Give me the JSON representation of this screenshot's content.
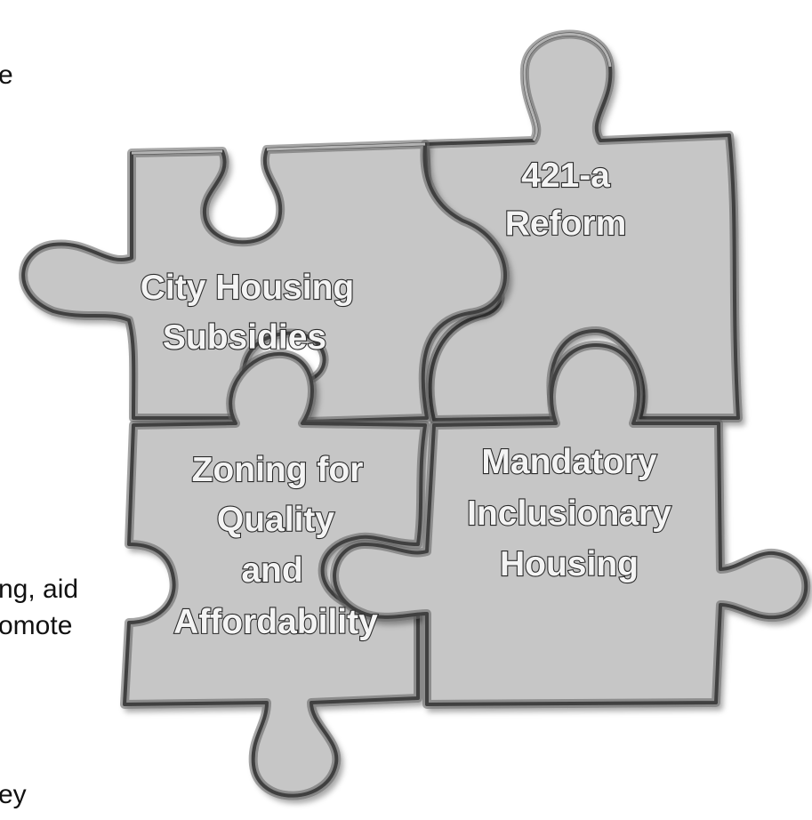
{
  "side_text": {
    "fragment_1": "e",
    "fragment_2": "ng, aid",
    "fragment_3": "omote",
    "fragment_4": "ey"
  },
  "pieces": {
    "city_housing": {
      "line1": "City Housing",
      "line2": "Subsidies"
    },
    "reform_421a": {
      "line1": "421-a",
      "line2": "Reform"
    },
    "zoning": {
      "line1": "Zoning for",
      "line2": "Quality",
      "line3": "and",
      "line4": "Affordability"
    },
    "mandatory": {
      "line1": "Mandatory",
      "line2": "Inclusionary",
      "line3": "Housing"
    }
  },
  "colors": {
    "piece_fill": "#c6c6c6",
    "piece_outline": "#1d1d1d",
    "label_fill": "#f4f4f4"
  }
}
